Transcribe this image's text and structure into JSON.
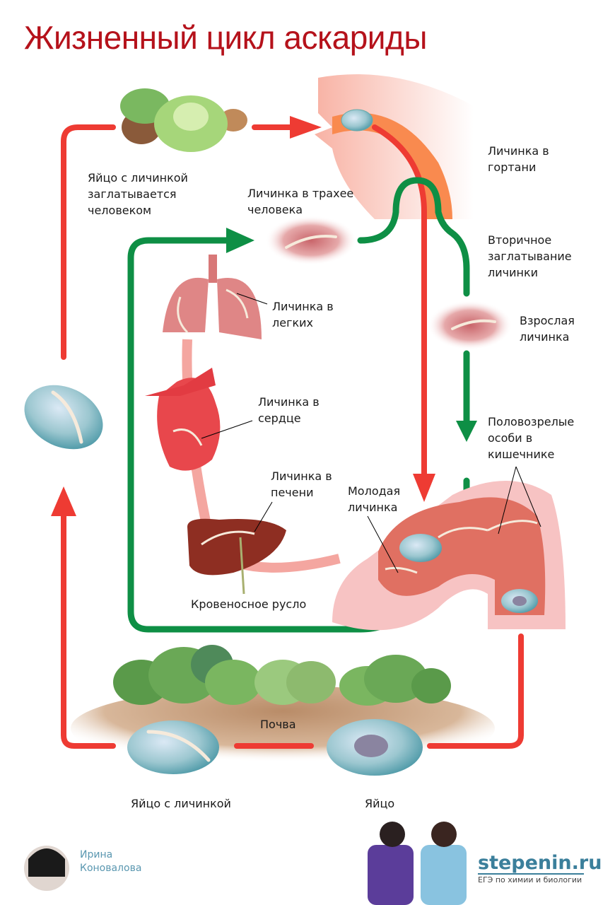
{
  "title": "Жизненный цикл аскариды",
  "labels": {
    "swallowed": "Яйцо с личинкой\nзаглатывается\nчеловеком",
    "trachea": "Личинка в трахее\nчеловека",
    "larynx": "Личинка в\nгортани",
    "secondary_swallow": "Вторичное\nзаглатывание\nличинки",
    "adult_larva": "Взрослая\nличинка",
    "lungs": "Личинка в\nлегких",
    "heart": "Личинка в\nсердце",
    "mature_in_intestine": "Половозрелые\nособи в\nкишечнике",
    "liver": "Личинка в\nпечени",
    "young_larva": "Молодая\nличинка",
    "bloodstream": "Кровеносное русло",
    "soil": "Почва",
    "egg_with_larva": "Яйцо с личинкой",
    "egg": "Яйцо"
  },
  "colors": {
    "title": "#b5121b",
    "red_path": "#ee3b33",
    "green_path": "#0e8f45",
    "egg": "#8fc3cc",
    "brand": "#3b7f9b"
  },
  "footer": {
    "author": "Ирина\nКоновалова",
    "brand": "stepenin.ru",
    "brand_subtitle": "ЕГЭ по химии и биологии"
  }
}
